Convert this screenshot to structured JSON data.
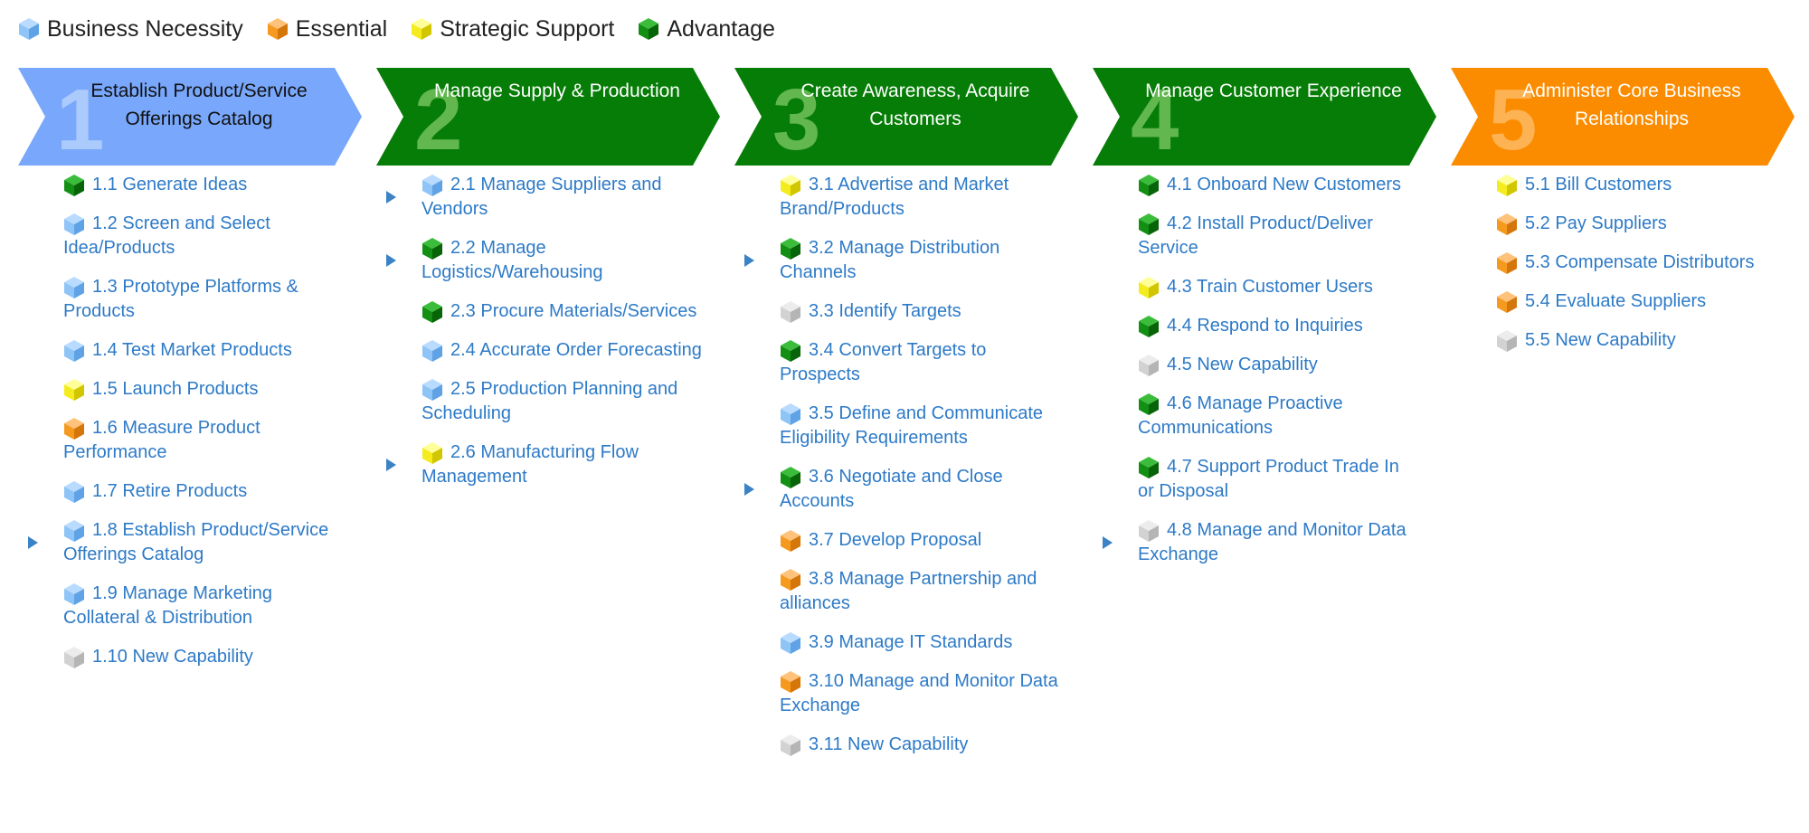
{
  "colors": {
    "cube": {
      "blue": [
        "#b8dbff",
        "#8ec4f6",
        "#5fa3e6"
      ],
      "orange": [
        "#ffc27a",
        "#f59a1e",
        "#d4760a"
      ],
      "yellow": [
        "#ffff99",
        "#f4ec1e",
        "#d1c600"
      ],
      "green": [
        "#3bbd3b",
        "#138f13",
        "#086408"
      ],
      "gray": [
        "#ececec",
        "#d2d2d2",
        "#b5b5b5"
      ]
    }
  },
  "legend": [
    {
      "label": "Business Necessity",
      "color": "blue"
    },
    {
      "label": "Essential",
      "color": "orange"
    },
    {
      "label": "Strategic Support",
      "color": "yellow"
    },
    {
      "label": "Advantage",
      "color": "green"
    }
  ],
  "columns": [
    {
      "number": "1",
      "title": "Establish Product/Service Offerings Catalog",
      "fill": "#78a7fb",
      "number_color": "#cfe3ff",
      "title_color": "#111111",
      "items": [
        {
          "label": "1.1 Generate Ideas",
          "color": "green",
          "arrow": false
        },
        {
          "label": "1.2 Screen and Select Idea/Products",
          "color": "blue",
          "arrow": false
        },
        {
          "label": "1.3 Prototype Platforms & Products",
          "color": "blue",
          "arrow": false
        },
        {
          "label": "1.4 Test Market Products",
          "color": "blue",
          "arrow": false
        },
        {
          "label": "1.5 Launch Products",
          "color": "yellow",
          "arrow": false
        },
        {
          "label": "1.6 Measure Product Performance",
          "color": "orange",
          "arrow": false
        },
        {
          "label": "1.7 Retire Products",
          "color": "blue",
          "arrow": false
        },
        {
          "label": "1.8 Establish Product/Service Offerings Catalog",
          "color": "blue",
          "arrow": true
        },
        {
          "label": "1.9 Manage Marketing Collateral & Distribution",
          "color": "blue",
          "arrow": false
        },
        {
          "label": "1.10 New Capability",
          "color": "gray",
          "arrow": false
        }
      ]
    },
    {
      "number": "2",
      "title": "Manage Supply & Production",
      "fill": "#067d06",
      "number_color": "#9fdf7f",
      "title_color": "#ffffff",
      "items": [
        {
          "label": "2.1 Manage Suppliers and Vendors",
          "color": "blue",
          "arrow": true
        },
        {
          "label": "2.2 Manage Logistics/Warehousing",
          "color": "green",
          "arrow": true
        },
        {
          "label": "2.3 Procure Materials/Services",
          "color": "green",
          "arrow": false
        },
        {
          "label": "2.4 Accurate Order Forecasting",
          "color": "blue",
          "arrow": false
        },
        {
          "label": "2.5 Production Planning and Scheduling",
          "color": "blue",
          "arrow": false
        },
        {
          "label": "2.6 Manufacturing Flow Management",
          "color": "yellow",
          "arrow": true
        }
      ]
    },
    {
      "number": "3",
      "title": "Create Awareness, Acquire Customers",
      "fill": "#067d06",
      "number_color": "#9fdf7f",
      "title_color": "#ffffff",
      "items": [
        {
          "label": "3.1 Advertise and Market Brand/Products",
          "color": "yellow",
          "arrow": false
        },
        {
          "label": "3.2 Manage Distribution Channels",
          "color": "green",
          "arrow": true
        },
        {
          "label": "3.3 Identify Targets",
          "color": "gray",
          "arrow": false
        },
        {
          "label": "3.4 Convert Targets to Prospects",
          "color": "green",
          "arrow": false
        },
        {
          "label": "3.5 Define and Communicate Eligibility Requirements",
          "color": "blue",
          "arrow": false
        },
        {
          "label": "3.6 Negotiate and Close Accounts",
          "color": "green",
          "arrow": true
        },
        {
          "label": "3.7 Develop Proposal",
          "color": "orange",
          "arrow": false
        },
        {
          "label": "3.8 Manage Partnership and alliances",
          "color": "orange",
          "arrow": false
        },
        {
          "label": "3.9 Manage IT Standards",
          "color": "blue",
          "arrow": false
        },
        {
          "label": "3.10 Manage and Monitor Data Exchange",
          "color": "orange",
          "arrow": false
        },
        {
          "label": "3.11 New Capability",
          "color": "gray",
          "arrow": false
        }
      ]
    },
    {
      "number": "4",
      "title": "Manage Customer Experience",
      "fill": "#067d06",
      "number_color": "#9fdf7f",
      "title_color": "#ffffff",
      "items": [
        {
          "label": "4.1 Onboard New Customers",
          "color": "green",
          "arrow": false
        },
        {
          "label": "4.2 Install Product/Deliver Service",
          "color": "green",
          "arrow": false
        },
        {
          "label": "4.3 Train Customer Users",
          "color": "yellow",
          "arrow": false
        },
        {
          "label": "4.4 Respond to Inquiries",
          "color": "green",
          "arrow": false
        },
        {
          "label": "4.5 New Capability",
          "color": "gray",
          "arrow": false
        },
        {
          "label": "4.6 Manage Proactive Communications",
          "color": "green",
          "arrow": false
        },
        {
          "label": "4.7 Support Product Trade In or Disposal",
          "color": "green",
          "arrow": false
        },
        {
          "label": "4.8 Manage and Monitor Data Exchange",
          "color": "gray",
          "arrow": true
        }
      ]
    },
    {
      "number": "5",
      "title": "Administer Core Business Relationships",
      "fill": "#fb8c00",
      "number_color": "#ffcc8a",
      "title_color": "#ffffff",
      "items": [
        {
          "label": "5.1 Bill Customers",
          "color": "yellow",
          "arrow": false
        },
        {
          "label": "5.2 Pay Suppliers",
          "color": "orange",
          "arrow": false
        },
        {
          "label": "5.3 Compensate Distributors",
          "color": "orange",
          "arrow": false
        },
        {
          "label": "5.4 Evaluate Suppliers",
          "color": "orange",
          "arrow": false
        },
        {
          "label": "5.5 New Capability",
          "color": "gray",
          "arrow": false
        }
      ]
    }
  ]
}
